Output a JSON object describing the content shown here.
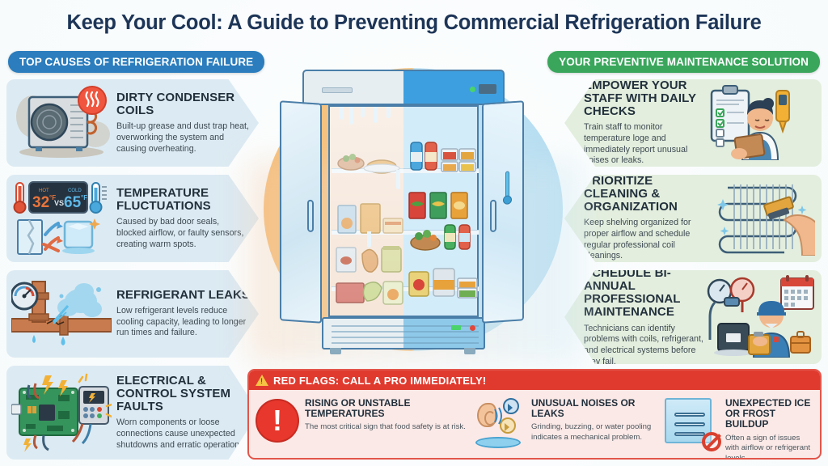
{
  "title": "Keep Your Cool: A Guide to Preventing Commercial Refrigeration Failure",
  "colors": {
    "title": "#1d3557",
    "left_badge": "#2b7dbd",
    "right_badge": "#3aa65c",
    "left_card_bg": "#dceaf3",
    "right_card_bg": "#e3eede",
    "red_flag_header": "#e03a2f",
    "red_flag_bg": "#fbe9e7"
  },
  "left_section": {
    "badge": "TOP CAUSES OF REFRIGERATION FAILURE",
    "items": [
      {
        "title": "DIRTY CONDENSER COILS",
        "desc": "Built-up grease and dust trap heat, overworking the system and causing overheating.",
        "icon": "dirty-condenser-unit-icon"
      },
      {
        "title": "TEMPERATURE FLUCTUATIONS",
        "desc": "Caused by bad door seals, blocked airflow, or faulty sensors, creating warm spots.",
        "icon": "thermometer-display-icon",
        "display": {
          "hot_value": "32",
          "hot_unit": "°F",
          "hot_label": "HOT",
          "vs": "VS",
          "cold_value": "65",
          "cold_unit": "°F",
          "cold_label": "COLD"
        }
      },
      {
        "title": "REFRIGERANT LEAKS",
        "desc": "Low refrigerant levels reduce cooling capacity, leading to longer run times and failure.",
        "icon": "leaking-pipe-gauge-icon"
      },
      {
        "title": "ELECTRICAL & CONTROL SYSTEM FAULTS",
        "desc": "Worn components or loose connections cause unexpected shutdowns and erratic operation.",
        "icon": "circuit-board-icon"
      }
    ]
  },
  "right_section": {
    "badge": "YOUR PREVENTIVE MAINTENANCE SOLUTION",
    "items": [
      {
        "title": "EMPOWER YOUR STAFF WITH DAILY CHECKS",
        "desc": "Train staff to monitor temperature loge and immediately report unusual noises or leaks.",
        "icon": "staff-clipboard-checklist-icon"
      },
      {
        "title": "PRIORITIZE CLEANING & ORGANIZATION",
        "desc": "Keep shelving organized for proper airflow and schedule regular professional coil cleanings.",
        "icon": "coil-brush-cleaning-icon"
      },
      {
        "title": "SCHEDULE BI-ANNUAL PROFESSIONAL MAINTENANCE",
        "desc": "Technicians can identify problems with coils, refrigerant, and electrical systems before they fail.",
        "icon": "technician-gauges-calendar-icon"
      }
    ]
  },
  "center": {
    "illustration": "split-refrigerator-frosted-vs-healthy",
    "left_state": "frosted-warm-failing",
    "right_state": "cold-organized-healthy"
  },
  "red_flags": {
    "header": "RED FLAGS: CALL A PRO IMMEDIATELY!",
    "header_icon": "warning-triangle-icon",
    "items": [
      {
        "title": "RISING OR UNSTABLE TEMPERATURES",
        "desc": "The most critical sign that food safety is at risk.",
        "icon": "exclamation-circle-icon"
      },
      {
        "title": "UNUSUAL NOISES OR LEAKS",
        "desc": "Grinding, buzzing, or water pooling indicates a mechanical problem.",
        "icon": "ear-speaker-puddle-icon"
      },
      {
        "title": "UNEXPECTED ICE OR FROST BUILDUP",
        "desc": "Often a sign of issues with airflow or refrigerant levels.",
        "icon": "frozen-coil-prohibited-icon"
      }
    ]
  }
}
